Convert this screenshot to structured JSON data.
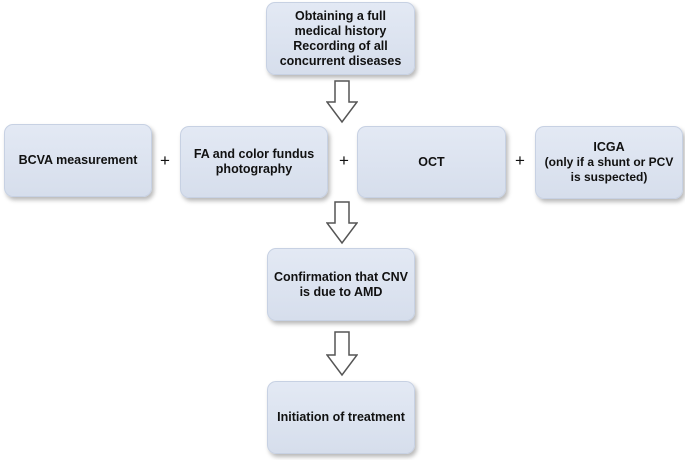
{
  "boxes": {
    "history": {
      "line1": "Obtaining a full",
      "line2": "medical history",
      "line3": "Recording of all",
      "line4": "concurrent diseases"
    },
    "bcva": {
      "line1": "BCVA measurement"
    },
    "fa": {
      "line1": "FA and color fundus",
      "line2": "photography"
    },
    "oct": {
      "line1": "OCT"
    },
    "icga": {
      "line1": "ICGA",
      "line2": "(only if a shunt or PCV",
      "line3": "is suspected)"
    },
    "confirmation": {
      "line1": "Confirmation that CNV",
      "line2": "is due to AMD"
    },
    "treatment": {
      "line1": "Initiation of treatment"
    }
  },
  "connectors": {
    "plus_symbol": "+"
  }
}
